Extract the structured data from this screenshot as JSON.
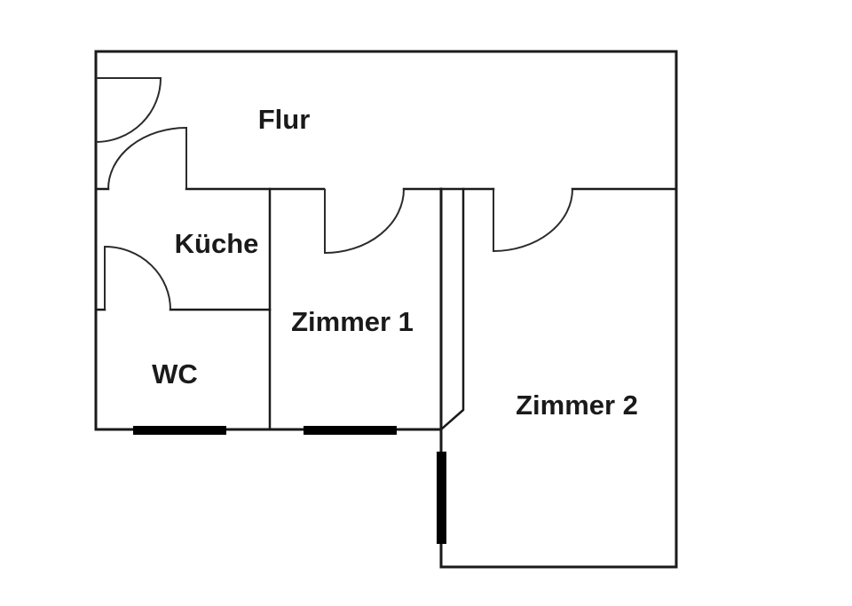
{
  "diagram": {
    "type": "floor-plan"
  },
  "rooms": {
    "flur": {
      "label": "Flur"
    },
    "kueche": {
      "label": "Küche"
    },
    "zimmer1": {
      "label": "Zimmer 1"
    },
    "wc": {
      "label": "WC"
    },
    "zimmer2": {
      "label": "Zimmer 2"
    }
  },
  "colors": {
    "wall": "#1a1a1a",
    "door_arc": "#2b2b2b",
    "window_marker": "#000000",
    "label_text": "#1a1a1a",
    "background": "#ffffff"
  }
}
